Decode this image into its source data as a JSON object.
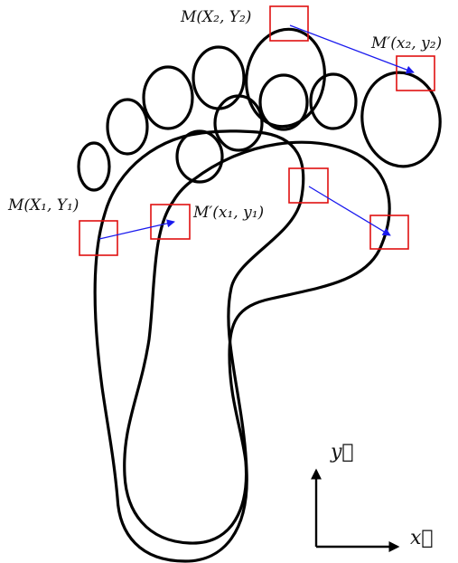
{
  "labels": {
    "m_x2_y2": "M(X₂, Y₂)",
    "mp_x2_y2": "M′(x₂, y₂)",
    "m_x1_y1": "M(X₁, Y₁)",
    "mp_x1_y1": "M′(x₁, y₁)"
  },
  "axes": {
    "x_label": "x⃗",
    "y_label": "y⃗"
  },
  "colors": {
    "outline": "#000000",
    "box": "#e01010",
    "arrow": "#1a1aee",
    "axis": "#000000"
  }
}
